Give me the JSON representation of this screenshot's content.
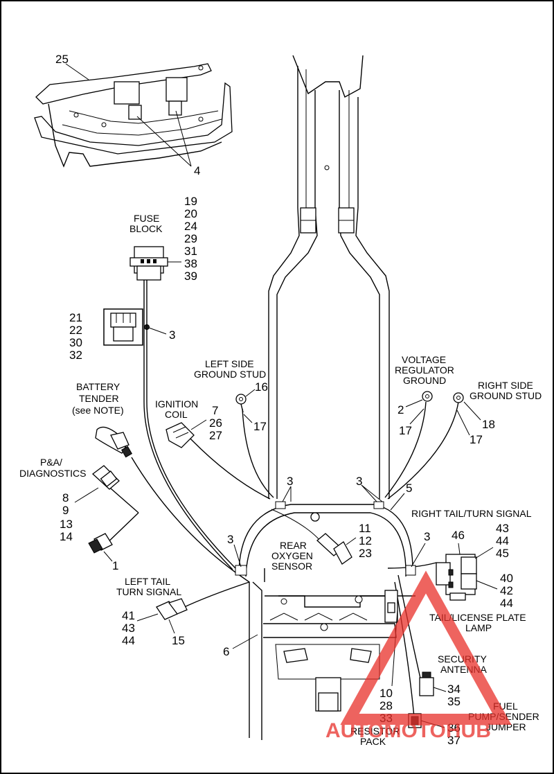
{
  "labels": {
    "fuse_block": [
      "FUSE",
      "BLOCK"
    ],
    "fuse_block_refs": [
      "19",
      "20",
      "24",
      "29",
      "31",
      "38",
      "39"
    ],
    "left_ground": [
      "LEFT SIDE",
      "GROUND STUD"
    ],
    "voltage_reg": [
      "VOLTAGE",
      "REGULATOR",
      "GROUND"
    ],
    "right_ground": [
      "RIGHT SIDE",
      "GROUND STUD"
    ],
    "battery_tender": [
      "BATTERY",
      "TENDER",
      "(see NOTE)"
    ],
    "ignition_coil": [
      "IGNITION",
      "COIL"
    ],
    "pa_diag": [
      "P&A/",
      "DIAGNOSTICS"
    ],
    "rear_o2": [
      "REAR",
      "OXYGEN",
      "SENSOR"
    ],
    "right_tail": "RIGHT  TAIL/TURN SIGNAL",
    "left_tail": [
      "LEFT  TAIL",
      "TURN SIGNAL"
    ],
    "tail_license": [
      "TAIL/LICENSE PLATE",
      "LAMP"
    ],
    "security_antenna": [
      "SECURITY",
      "ANTENNA"
    ],
    "fuel_pump": [
      "FUEL",
      "PUMP/SENDER",
      "JUMPER"
    ],
    "resistor_pack": [
      "RESISTOR",
      "PACK"
    ]
  },
  "callouts": {
    "n25": "25",
    "n4": "4",
    "relay_refs": [
      "21",
      "22",
      "30",
      "32"
    ],
    "n3_top": "3",
    "n16": "16",
    "n17_left": "17",
    "n2": "2",
    "n17_mid": "17",
    "n18": "18",
    "n17_right": "17",
    "coil_refs": [
      "7",
      "26",
      "27"
    ],
    "diag_refs": [
      "8",
      "9",
      "13",
      "14"
    ],
    "n1": "1",
    "n3_a": "3",
    "n3_b": "3",
    "n5": "5",
    "n3_c": "3",
    "o2_refs": [
      "11",
      "12",
      "23"
    ],
    "n3_d": "3",
    "n46": "46",
    "right_tail_refs": [
      "43",
      "44",
      "45"
    ],
    "right_tail_refs2": [
      "40",
      "42",
      "44"
    ],
    "left_tail_refs": [
      "41",
      "43",
      "44"
    ],
    "n15": "15",
    "n6": "6",
    "resistor_refs": [
      "10",
      "28",
      "33"
    ],
    "antenna_refs": [
      "34",
      "35"
    ],
    "fuel_refs": [
      "36",
      "37"
    ]
  },
  "watermark": {
    "text": "AUTOMOTOHUB",
    "color_red": "#e8302a",
    "color_dark": "#333333"
  }
}
